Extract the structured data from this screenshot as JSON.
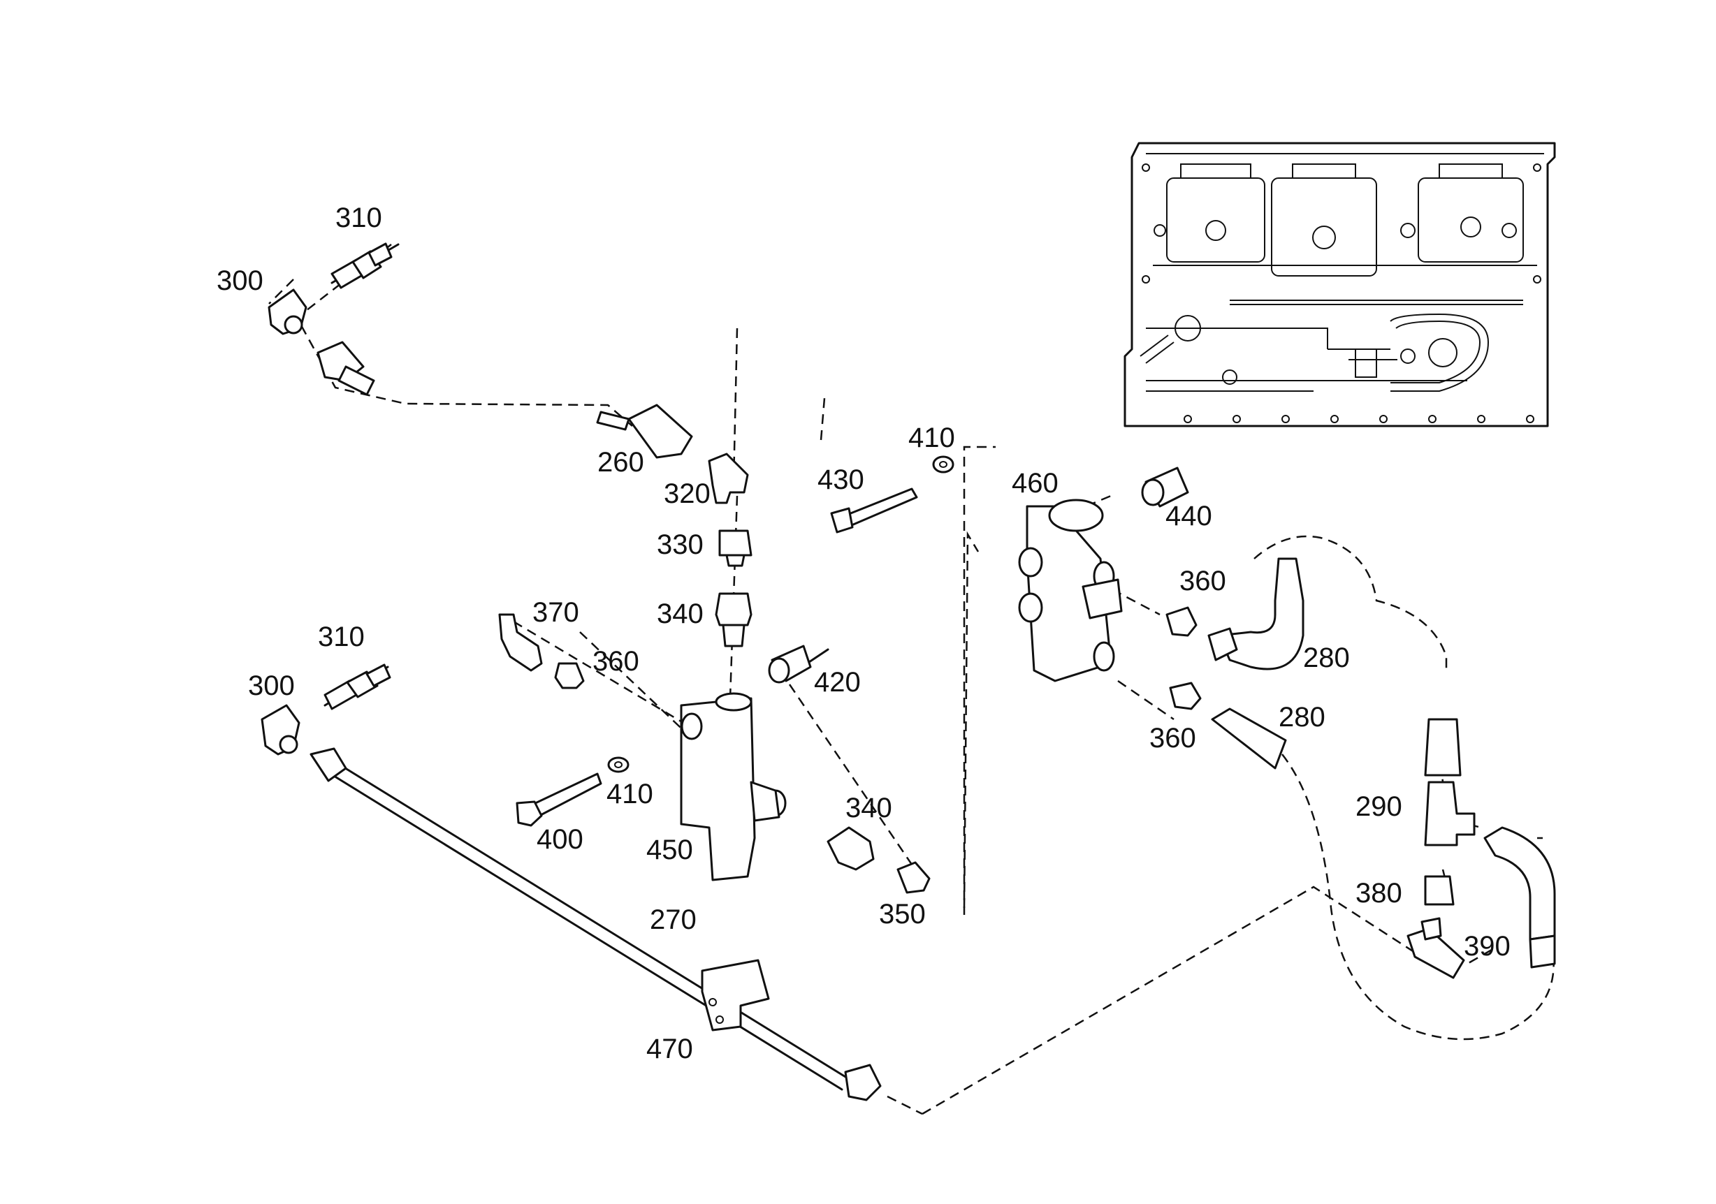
{
  "diagram": {
    "callouts": {
      "c310a": "310",
      "c300a": "300",
      "c260": "260",
      "c320": "320",
      "c330": "330",
      "c340a": "340",
      "c370": "370",
      "c360a": "360",
      "c420": "420",
      "c310b": "310",
      "c300b": "300",
      "c410a": "410",
      "c400": "400",
      "c450": "450",
      "c340b": "340",
      "c350": "350",
      "c270": "270",
      "c470": "470",
      "c410b": "410",
      "c430": "430",
      "c460": "460",
      "c440": "440",
      "c360b": "360",
      "c280a": "280",
      "c280b": "280",
      "c360c": "360",
      "c290": "290",
      "c380": "380",
      "c390": "390"
    }
  }
}
